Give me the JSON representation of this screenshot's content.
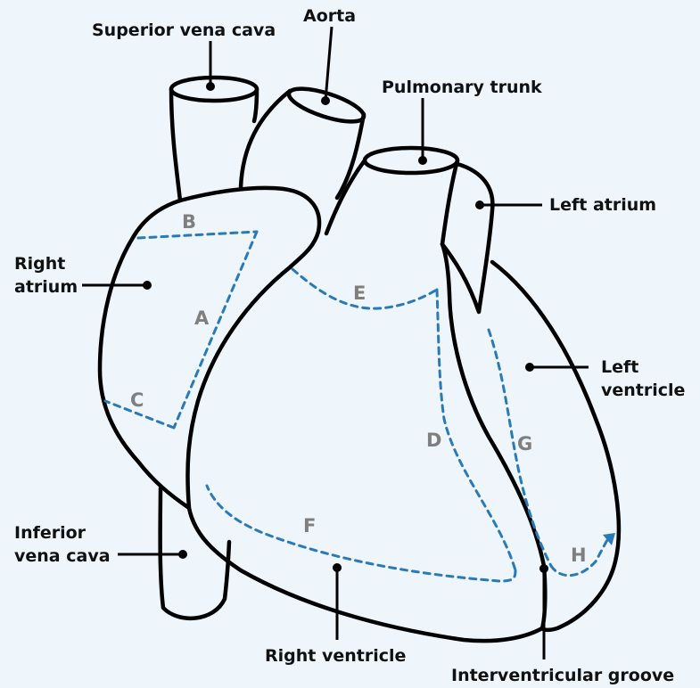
{
  "labels": {
    "superior_vena_cava": "Superior vena cava",
    "aorta": "Aorta",
    "pulmonary_trunk": "Pulmonary trunk",
    "left_atrium": "Left atrium",
    "right_atrium_line1": "Right",
    "right_atrium_line2": "atrium",
    "left_ventricle_line1": "Left",
    "left_ventricle_line2": "ventricle",
    "inferior_vena_cava_line1": "Inferior",
    "inferior_vena_cava_line2": "vena cava",
    "right_ventricle": "Right ventricle",
    "interventricular_groove": "Interventricular groove"
  },
  "path_letters": {
    "a": "A",
    "b": "B",
    "c": "C",
    "d": "D",
    "e": "E",
    "f": "F",
    "g": "G",
    "h": "H"
  },
  "colors": {
    "background": "#eef5fb",
    "outline": "#000000",
    "dashed_path": "#2a7ab8",
    "letter": "#7f7f7f"
  }
}
